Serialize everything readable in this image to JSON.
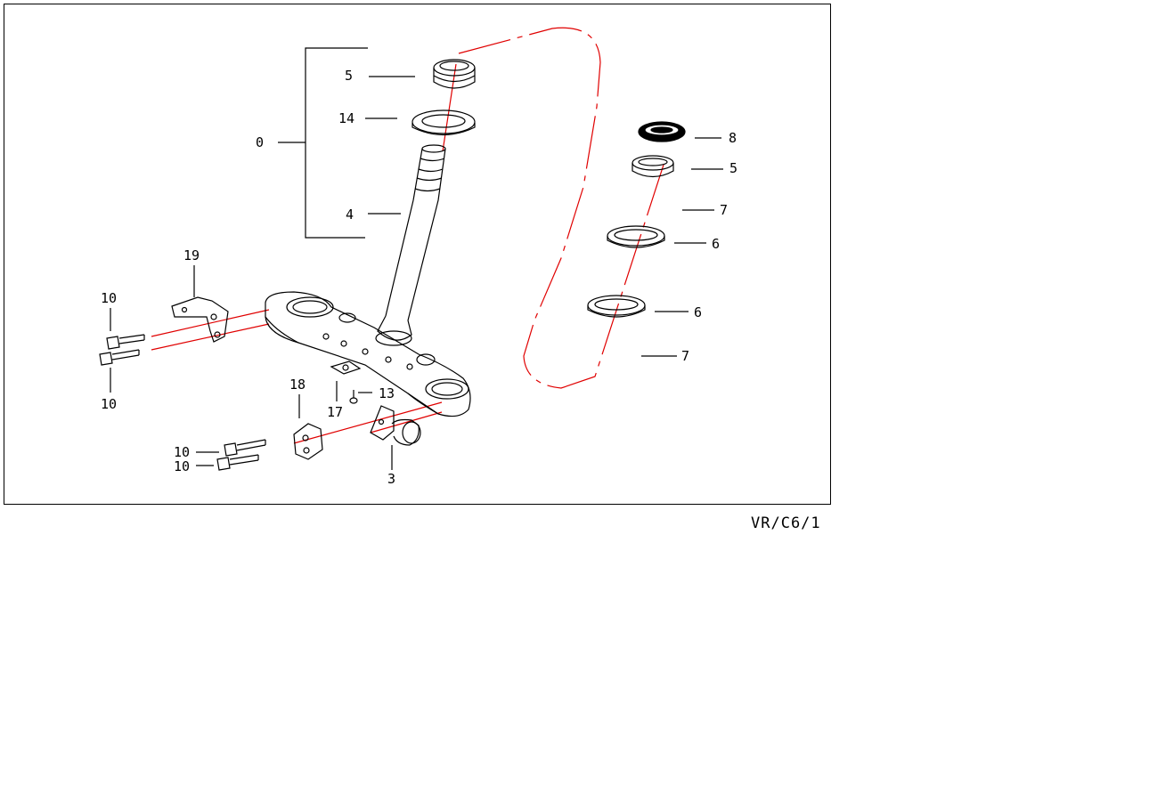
{
  "diagram": {
    "callouts": [
      "0",
      "5",
      "14",
      "4",
      "8",
      "5",
      "7",
      "6",
      "6",
      "7",
      "19",
      "10",
      "10",
      "18",
      "17",
      "13",
      "10",
      "10",
      "3"
    ],
    "colors": {
      "lines": "#000000",
      "guide": "#e00000",
      "background": "#ffffff"
    }
  },
  "footer": {
    "code": "VR/C6/1"
  }
}
